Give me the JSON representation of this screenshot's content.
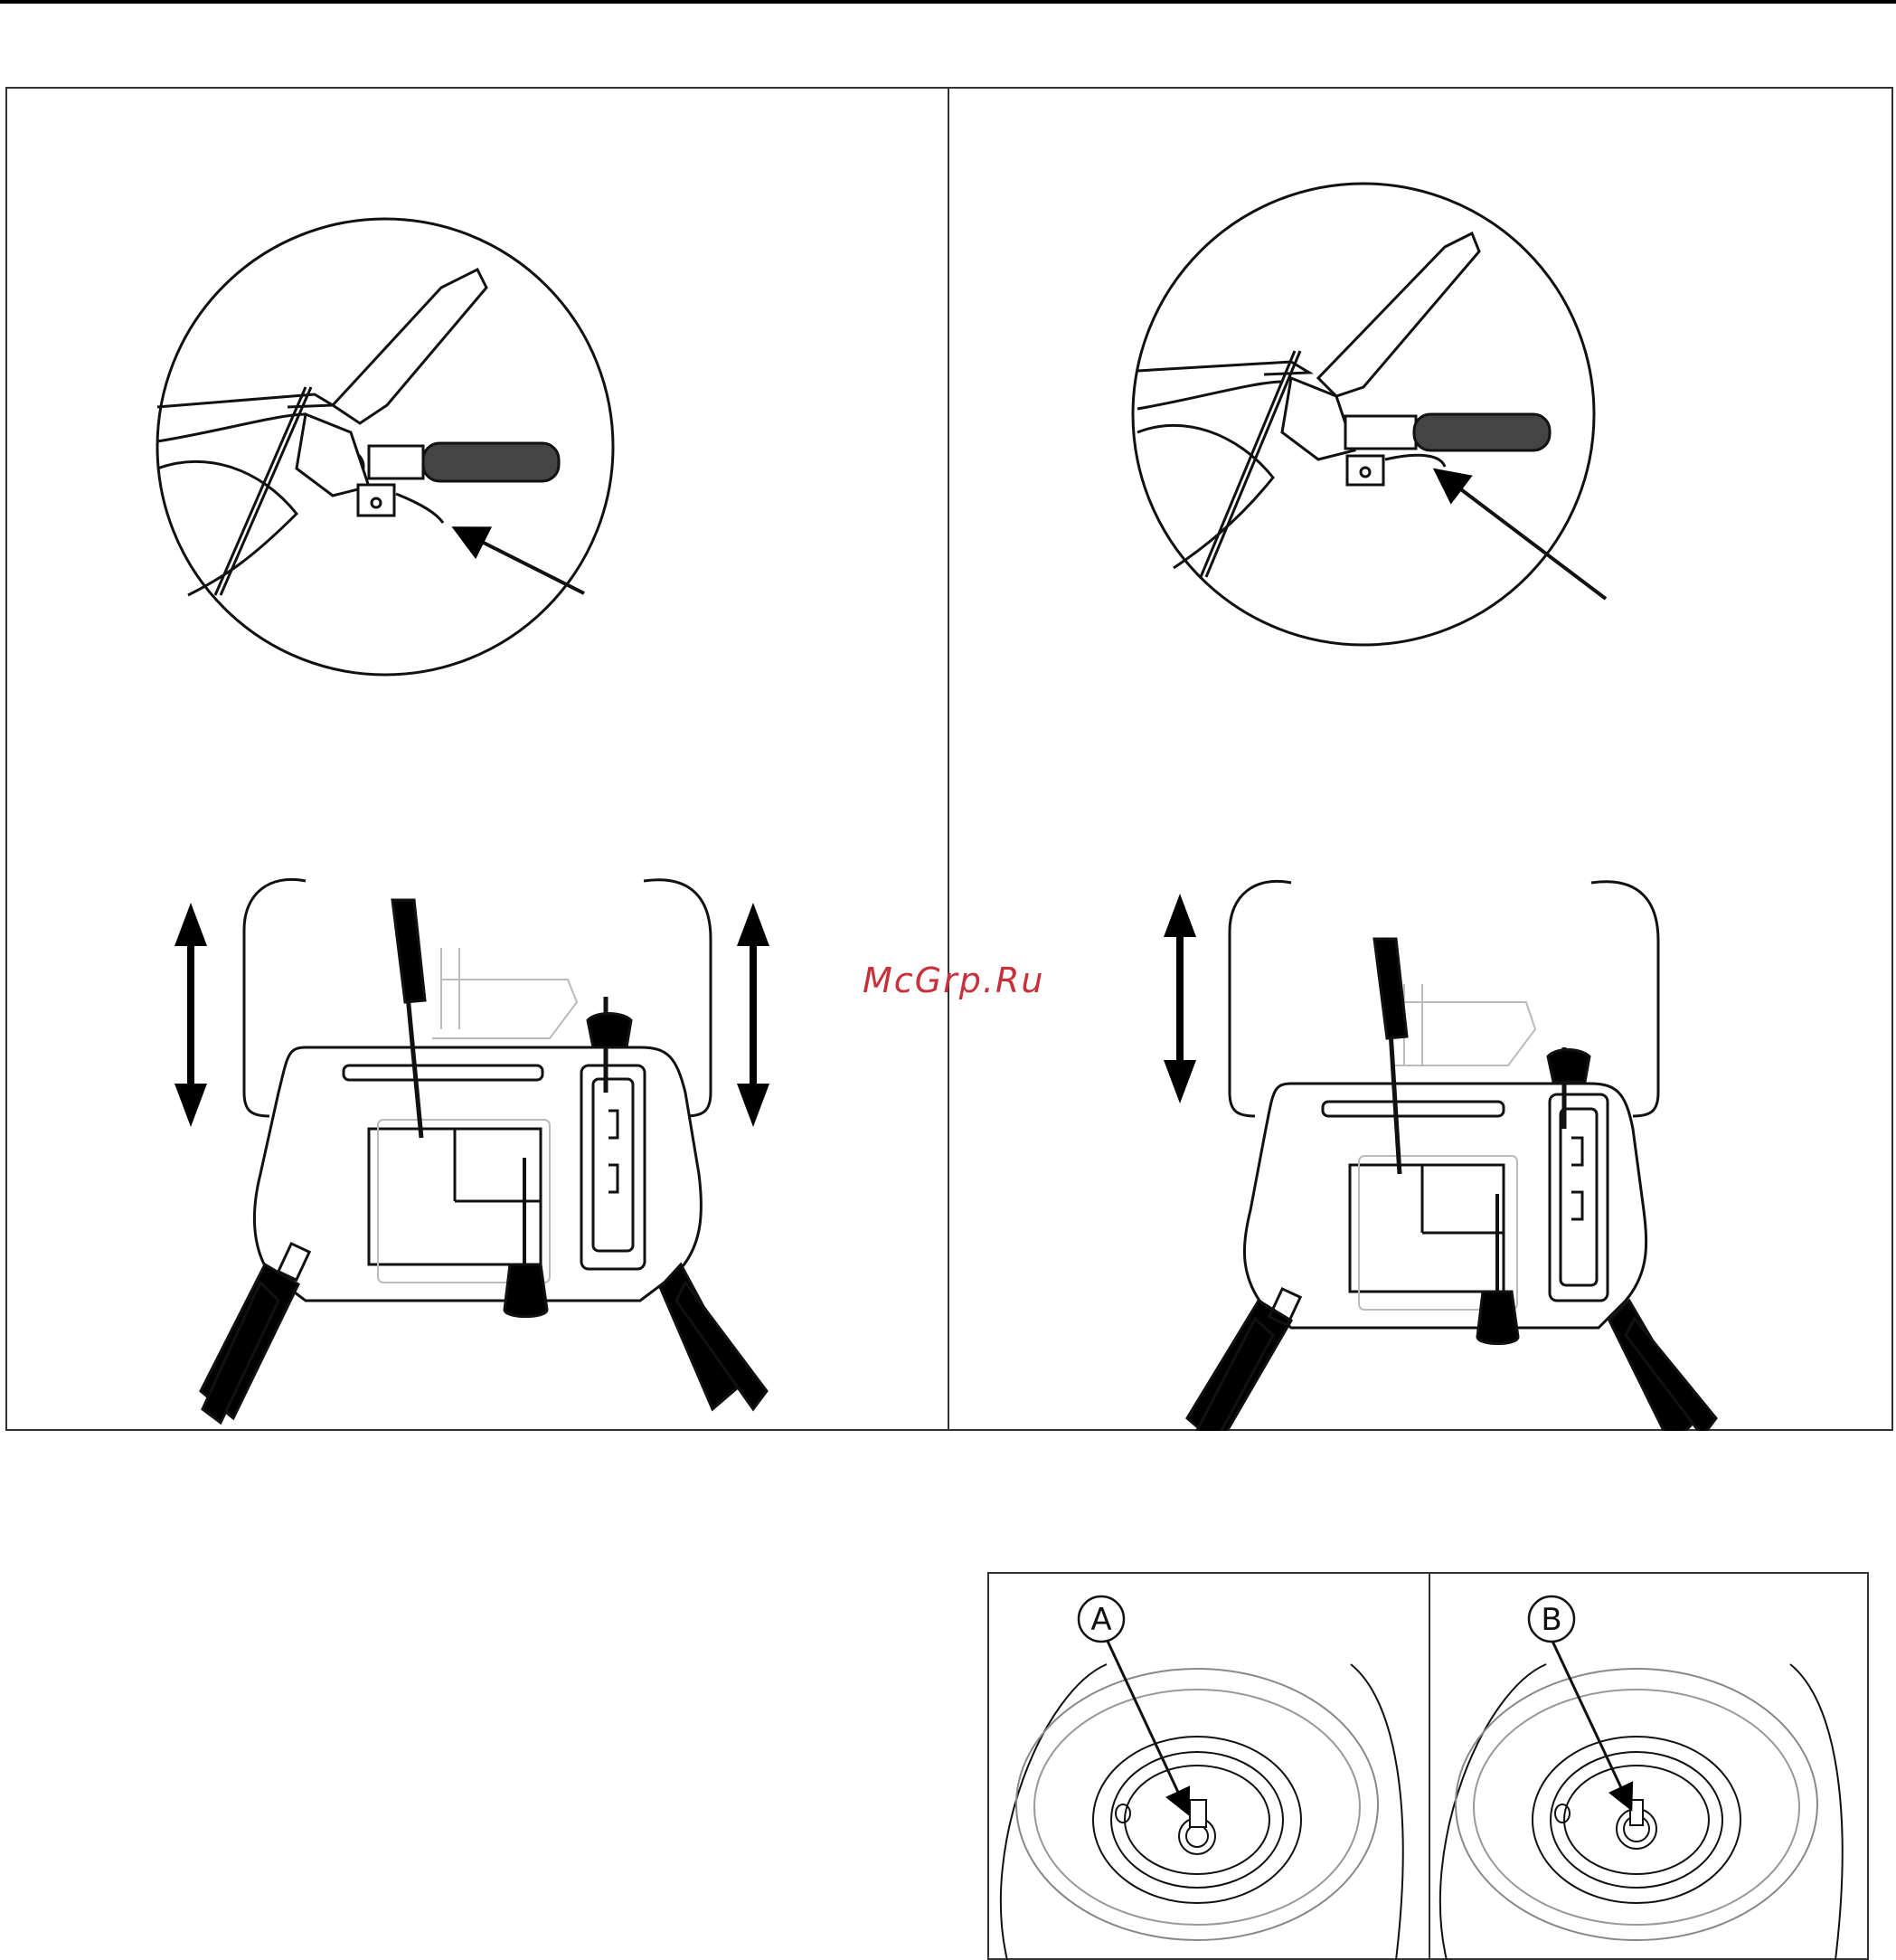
{
  "watermark": {
    "text": "McGrp.Ru",
    "color": "#c8313a"
  },
  "figures": {
    "top_left": {
      "name": "lever-release-position",
      "icon": "handle-lever-closeup-icon"
    },
    "top_right": {
      "name": "lever-engaged-position",
      "icon": "handle-lever-closeup-icon"
    },
    "bottom_wheels": {
      "callouts": [
        {
          "label": "A",
          "icon": "wheel-pin-icon"
        },
        {
          "label": "B",
          "icon": "wheel-pin-icon"
        }
      ]
    }
  }
}
